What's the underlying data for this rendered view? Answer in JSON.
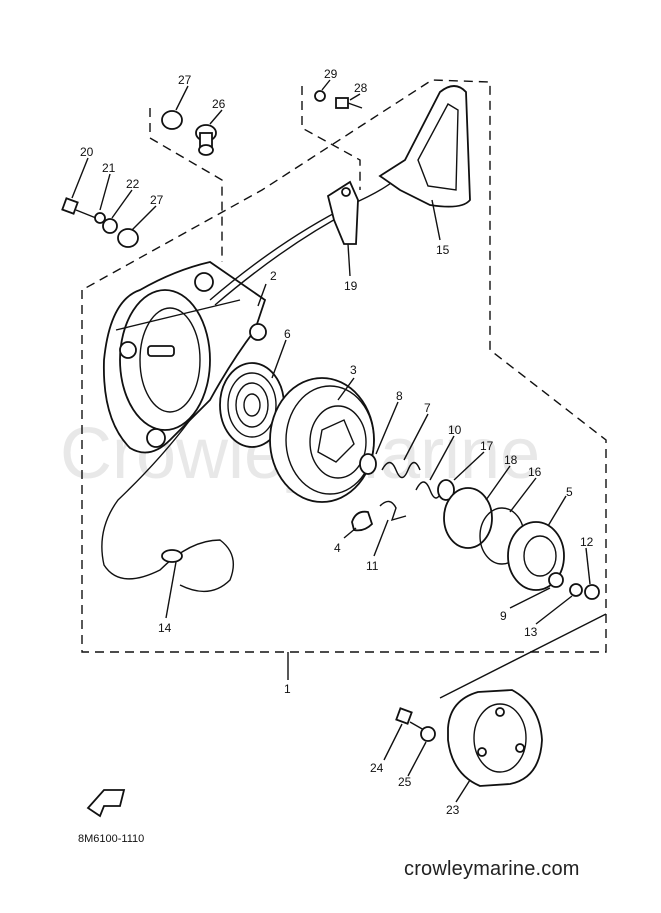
{
  "watermark": "CrowleyMarine",
  "website": "crowleymarine.com",
  "drawing_code": "8M6100-1110",
  "labels": {
    "p1": "1",
    "p2": "2",
    "p3": "3",
    "p4": "4",
    "p5": "5",
    "p6": "6",
    "p7": "7",
    "p8": "8",
    "p9": "9",
    "p10": "10",
    "p11": "11",
    "p12": "12",
    "p13": "13",
    "p14": "14",
    "p15": "15",
    "p16": "16",
    "p17": "17",
    "p18": "18",
    "p19": "19",
    "p20": "20",
    "p21": "21",
    "p22": "22",
    "p23": "23",
    "p24": "24",
    "p25": "25",
    "p26": "26",
    "p27a": "27",
    "p27b": "27",
    "p28": "28",
    "p29": "29"
  }
}
